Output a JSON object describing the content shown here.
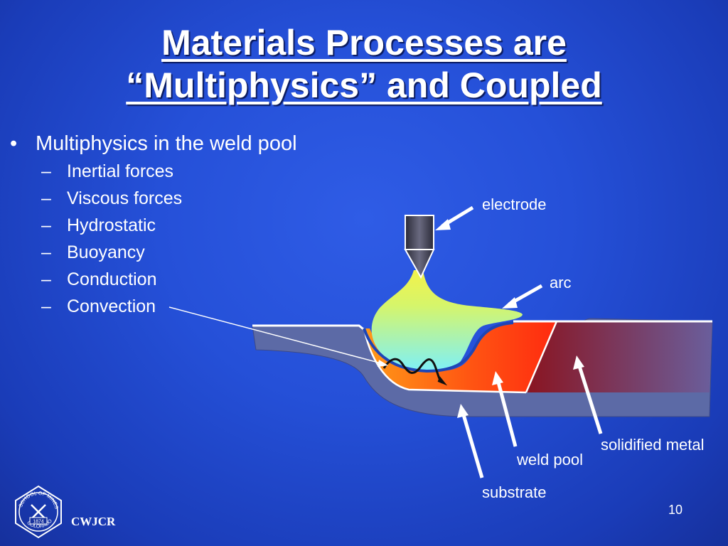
{
  "slide": {
    "title_line1": "Materials Processes are",
    "title_line2": "“Multiphysics” and Coupled",
    "bullet": "Multiphysics in the weld pool",
    "sub_items": [
      "Inertial forces",
      "Viscous forces",
      "Hydrostatic",
      "Buoyancy",
      "Conduction",
      "Convection"
    ],
    "page_number": "10",
    "org": "CWJCR"
  },
  "diagram": {
    "labels": {
      "electrode": "electrode",
      "arc": "arc",
      "solidified_metal": "solidified metal",
      "weld_pool": "weld pool",
      "substrate": "substrate"
    },
    "colors": {
      "substrate": "#5c6aa6",
      "weld_pool": "#ff5a10",
      "solidified": "#8a1a22",
      "arc_top": "#f3f24a",
      "arc_bottom": "#7ff0f6",
      "electrode": "#3a3a4a"
    }
  },
  "seal": {
    "year": "1874",
    "text_top": "SCHOOL OF MINES",
    "text_bottom": "COLORADO"
  }
}
